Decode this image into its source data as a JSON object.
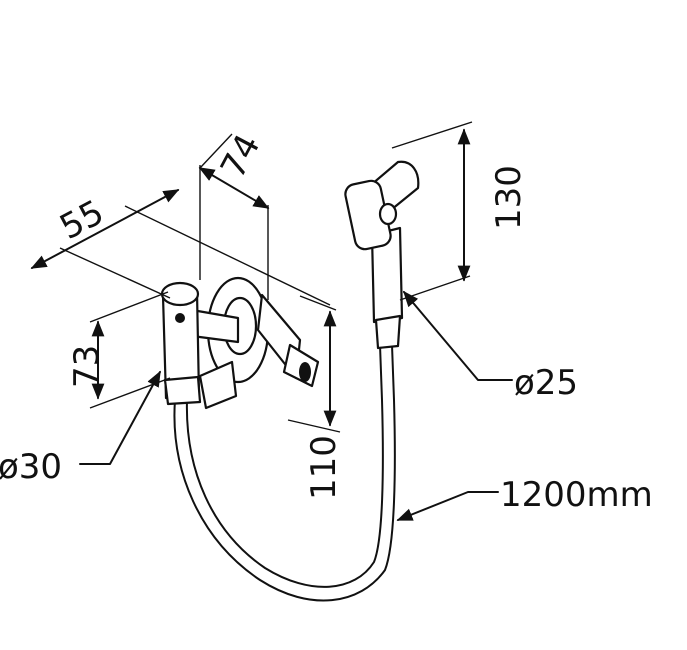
{
  "dimensions": {
    "width_arm": "74",
    "depth_body": "55",
    "height_valve": "73",
    "height_outlet": "110",
    "height_sprayer": "130",
    "dia_valve": "ø30",
    "dia_sprayer": "ø25",
    "hose_length": "1200mm"
  },
  "colors": {
    "line": "#111111",
    "background": "#ffffff"
  }
}
